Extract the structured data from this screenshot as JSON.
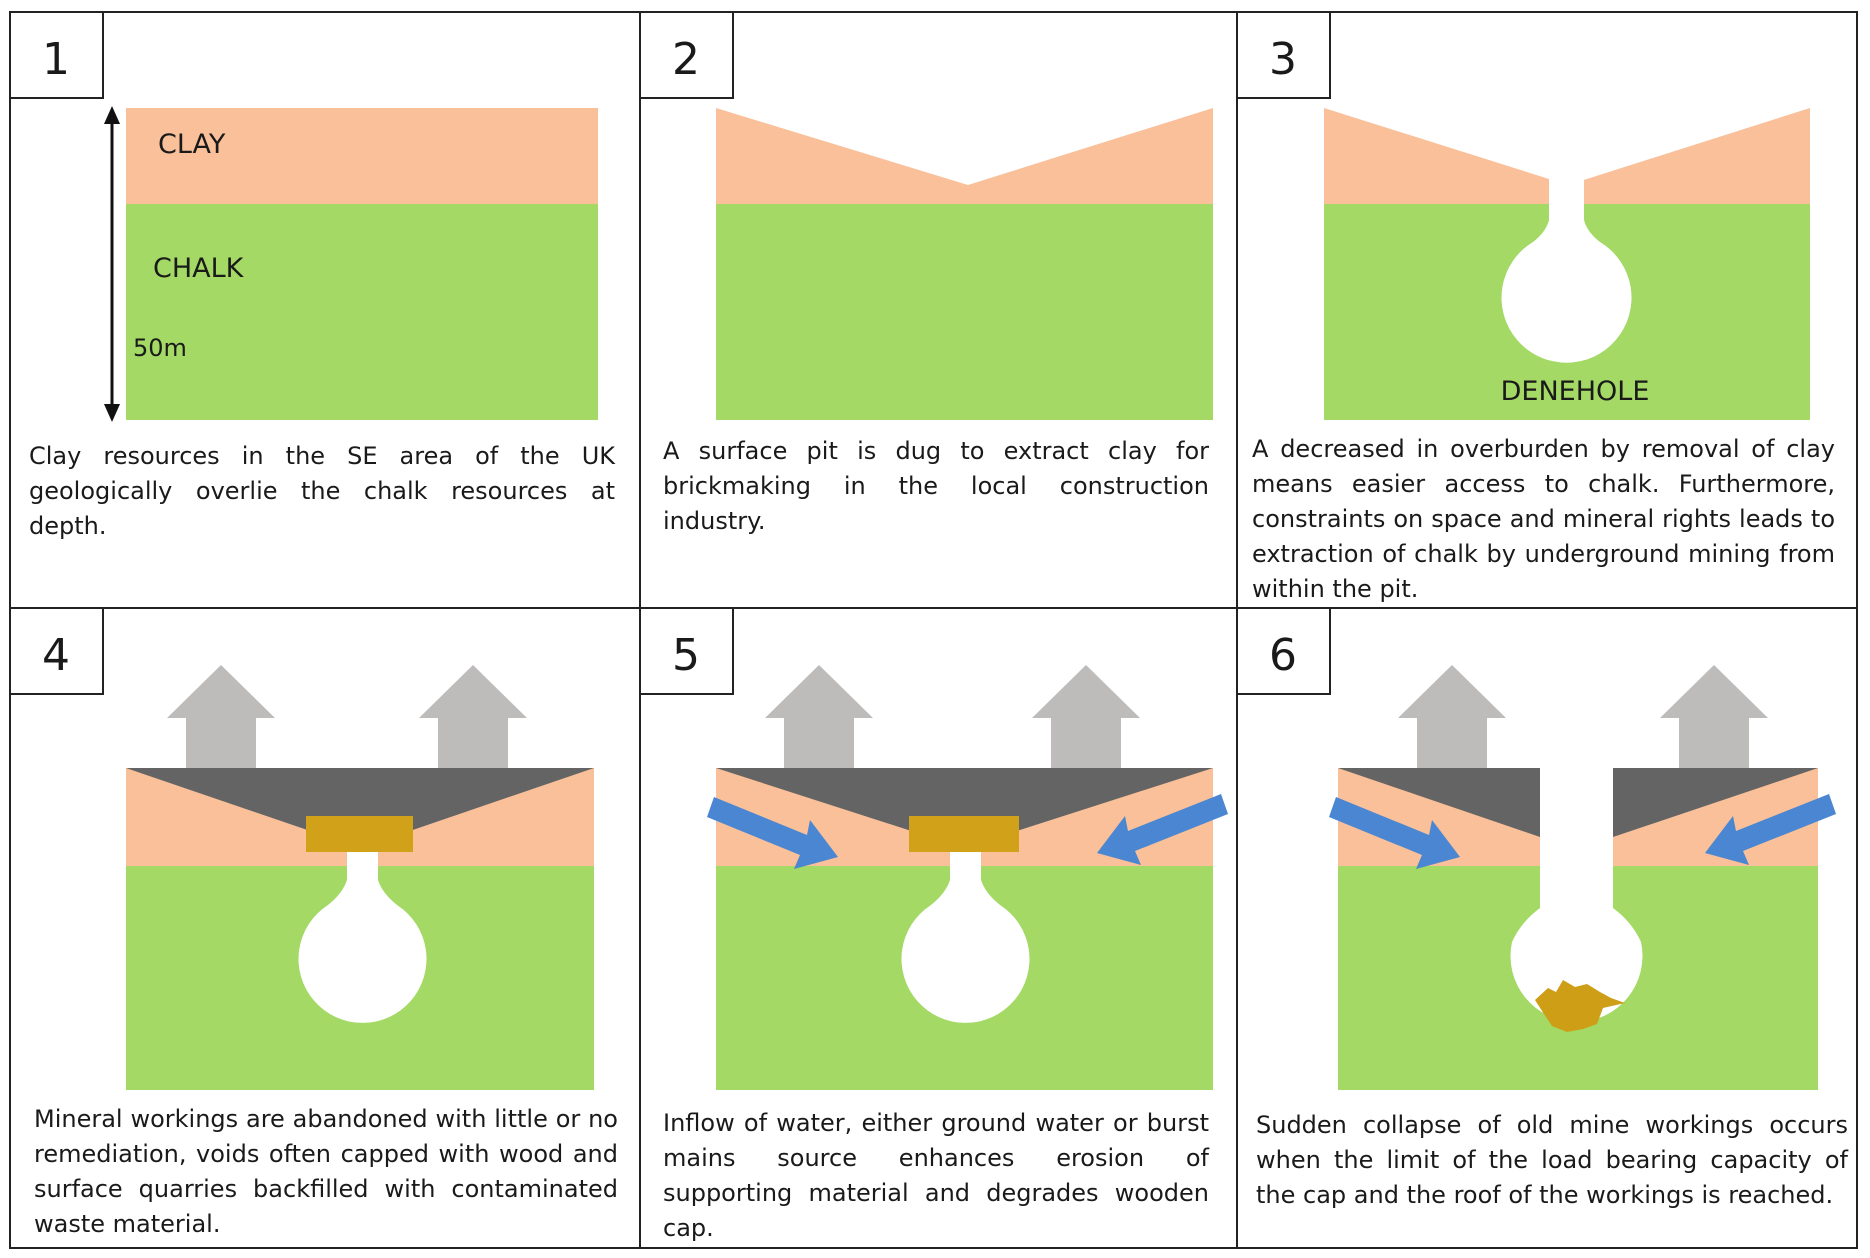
{
  "panels": [
    {
      "number": "1",
      "caption": "Clay resources in the SE area of the UK geologically overlie the chalk resources at depth."
    },
    {
      "number": "2",
      "caption": "A surface pit is dug to extract clay for brickmaking in the local construction industry."
    },
    {
      "number": "3",
      "caption": "A decreased in overburden by removal of clay means easier access to chalk. Furthermore, constraints on space and mineral rights leads to extraction of chalk by underground mining from within the pit."
    },
    {
      "number": "4",
      "caption": "Mineral workings are abandoned with little or no remediation, voids often capped with wood and surface quarries backfilled with contaminated waste material."
    },
    {
      "number": "5",
      "caption": "Inflow of water, either ground water or burst mains source enhances erosion of supporting material and degrades wooden cap."
    },
    {
      "number": "6",
      "caption": "Sudden collapse of old mine workings occurs when the limit of the load bearing capacity of the cap and the roof of the workings is reached."
    }
  ],
  "labels": {
    "clay": "CLAY",
    "chalk": "CHALK",
    "depth": "50m",
    "denehole": "DENEHOLE"
  },
  "colors": {
    "clay": "#F9C09A",
    "chalk": "#A3D964",
    "fill": "#646464",
    "cap": "#D1A11A",
    "house": "#BDBCBB",
    "water": "#4A86D1",
    "debris": "#CE9E16"
  }
}
